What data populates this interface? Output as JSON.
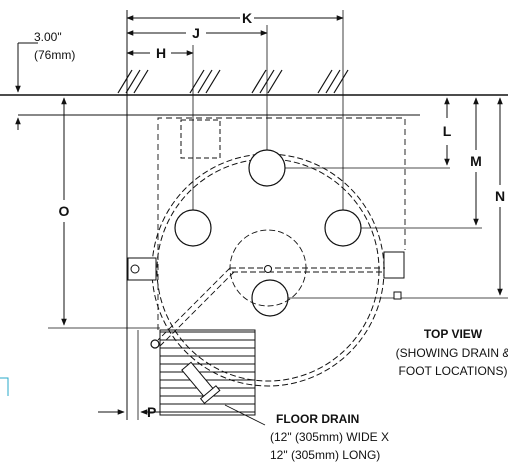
{
  "dims": {
    "k": "K",
    "j": "J",
    "h": "H",
    "l": "L",
    "m": "M",
    "n": "N",
    "o": "O",
    "p": "P"
  },
  "offset_label": {
    "line1": "3.00\"",
    "line2": "(76mm)"
  },
  "top_view": {
    "title": "TOP VIEW",
    "line1": "(SHOWING DRAIN &",
    "line2": "FOOT LOCATIONS)"
  },
  "floor_drain": {
    "title": "FLOOR DRAIN",
    "line1": "(12\" (305mm) WIDE X",
    "line2": "12\" (305mm) LONG)"
  }
}
